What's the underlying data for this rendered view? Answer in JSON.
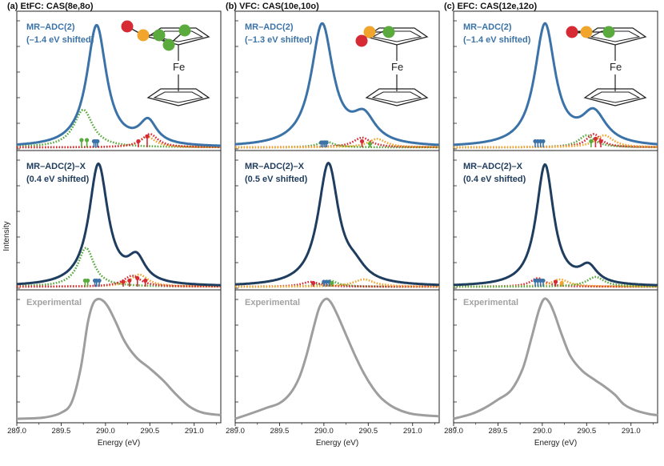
{
  "chart_data": {
    "type": "line",
    "ylabel": "Intensity",
    "xlabel": "Energy (eV)",
    "xlim": [
      289.0,
      291.3
    ],
    "xticks": [
      "289.0",
      "289.5",
      "290.0",
      "290.5",
      "291.0"
    ],
    "element_label": "Fe",
    "colors": {
      "mradc2": "#3b73a8",
      "mradc2x": "#1f3d5f",
      "experimental": "#9e9e9e",
      "green": "#5aaa3e",
      "orange": "#f2a52c",
      "red": "#d62a34"
    },
    "panels": [
      {
        "title": "(a) EtFC: CAS(8e,8o)",
        "molecule": "ethylferrocene",
        "mradc2_label": "MR–ADC(2)",
        "mradc2_shift": "(–1.4 eV shifted)",
        "mradc2x_label": "MR–ADC(2)–X",
        "mradc2x_shift": "(0.4 eV shifted)",
        "experimental_label": "Experimental",
        "mradc2": {
          "main": [
            [
              289.9,
              1.0,
              0.135
            ]
          ],
          "shoulder": [
            [
              290.48,
              0.19,
              0.12
            ]
          ],
          "components": [
            {
              "color": "green",
              "center": 289.75,
              "height": 0.31,
              "width": 0.13
            },
            {
              "color": "orange",
              "center": 290.47,
              "height": 0.09,
              "width": 0.11
            },
            {
              "color": "red",
              "center": 290.5,
              "height": 0.11,
              "width": 0.11
            }
          ],
          "sticks": [
            {
              "color": "green",
              "x": 289.73,
              "h": 0.06
            },
            {
              "color": "green",
              "x": 289.79,
              "h": 0.06
            },
            {
              "color": "blue",
              "x": 289.87,
              "h": 0.05
            },
            {
              "color": "blue",
              "x": 289.89,
              "h": 0.05
            },
            {
              "color": "blue",
              "x": 289.91,
              "h": 0.05
            },
            {
              "color": "red",
              "x": 290.37,
              "h": 0.05
            },
            {
              "color": "red",
              "x": 290.47,
              "h": 0.09
            }
          ]
        },
        "mradc2x": {
          "main": [
            [
              289.92,
              1.0,
              0.13
            ]
          ],
          "shoulder": [
            [
              290.35,
              0.2,
              0.12
            ]
          ],
          "components": [
            {
              "color": "green",
              "center": 289.78,
              "height": 0.32,
              "width": 0.11
            },
            {
              "color": "orange",
              "center": 290.38,
              "height": 0.1,
              "width": 0.12
            },
            {
              "color": "red",
              "center": 290.3,
              "height": 0.09,
              "width": 0.12
            }
          ],
          "sticks": [
            {
              "color": "green",
              "x": 289.77,
              "h": 0.05
            },
            {
              "color": "green",
              "x": 289.8,
              "h": 0.05
            },
            {
              "color": "blue",
              "x": 289.88,
              "h": 0.05
            },
            {
              "color": "blue",
              "x": 289.9,
              "h": 0.05
            },
            {
              "color": "blue",
              "x": 289.93,
              "h": 0.05
            },
            {
              "color": "red",
              "x": 290.2,
              "h": 0.04
            },
            {
              "color": "red",
              "x": 290.27,
              "h": 0.05
            },
            {
              "color": "red",
              "x": 290.36,
              "h": 0.07
            },
            {
              "color": "red",
              "x": 290.45,
              "h": 0.05
            }
          ]
        },
        "experimental": {
          "x": [
            289.0,
            289.3,
            289.5,
            289.62,
            289.72,
            289.8,
            289.86,
            289.92,
            289.98,
            290.04,
            290.12,
            290.22,
            290.35,
            290.5,
            290.65,
            290.8,
            290.95,
            291.1,
            291.3
          ],
          "y": [
            0.0,
            0.01,
            0.05,
            0.14,
            0.42,
            0.8,
            0.96,
            1.0,
            0.98,
            0.92,
            0.8,
            0.64,
            0.51,
            0.42,
            0.32,
            0.2,
            0.1,
            0.05,
            0.03
          ]
        }
      },
      {
        "title": "(b) VFC: CAS(10e,10o)",
        "molecule": "vinylferrocene",
        "mradc2_label": "MR–ADC(2)",
        "mradc2_shift": "(–1.3 eV shifted)",
        "mradc2x_label": "MR–ADC(2)–X",
        "mradc2x_shift": "(0.5 eV shifted)",
        "experimental_label": "Experimental",
        "mradc2": {
          "main": [
            [
              289.98,
              1.0,
              0.15
            ]
          ],
          "shoulder": [
            [
              290.45,
              0.22,
              0.16
            ]
          ],
          "components": [
            {
              "color": "green",
              "center": 290.02,
              "height": 0.05,
              "width": 0.1
            },
            {
              "color": "red",
              "center": 290.43,
              "height": 0.08,
              "width": 0.12
            },
            {
              "color": "orange",
              "center": 290.6,
              "height": 0.07,
              "width": 0.12
            }
          ],
          "sticks": [
            {
              "color": "blue",
              "x": 289.97,
              "h": 0.04
            },
            {
              "color": "blue",
              "x": 289.99,
              "h": 0.04
            },
            {
              "color": "blue",
              "x": 290.01,
              "h": 0.04
            },
            {
              "color": "blue",
              "x": 290.03,
              "h": 0.04
            },
            {
              "color": "red",
              "x": 290.43,
              "h": 0.05
            },
            {
              "color": "green",
              "x": 290.52,
              "h": 0.03
            }
          ]
        },
        "mradc2x": {
          "main": [
            [
              290.05,
              1.0,
              0.14
            ]
          ],
          "shoulder": [
            [
              290.35,
              0.1,
              0.15
            ]
          ],
          "components": [
            {
              "color": "green",
              "center": 290.07,
              "height": 0.05,
              "width": 0.1
            },
            {
              "color": "red",
              "center": 289.85,
              "height": 0.04,
              "width": 0.12
            },
            {
              "color": "orange",
              "center": 290.45,
              "height": 0.06,
              "width": 0.14
            }
          ],
          "sticks": [
            {
              "color": "red",
              "x": 289.88,
              "h": 0.03
            },
            {
              "color": "blue",
              "x": 290.0,
              "h": 0.04
            },
            {
              "color": "blue",
              "x": 290.03,
              "h": 0.04
            },
            {
              "color": "blue",
              "x": 290.06,
              "h": 0.04
            },
            {
              "color": "green",
              "x": 290.09,
              "h": 0.03
            }
          ]
        },
        "experimental": {
          "x": [
            289.0,
            289.2,
            289.35,
            289.5,
            289.62,
            289.72,
            289.8,
            289.88,
            289.95,
            290.02,
            290.08,
            290.15,
            290.25,
            290.35,
            290.45,
            290.55,
            290.65,
            290.8,
            291.0,
            291.3
          ],
          "y": [
            0.0,
            0.05,
            0.09,
            0.13,
            0.21,
            0.34,
            0.52,
            0.75,
            0.93,
            1.0,
            0.97,
            0.87,
            0.7,
            0.53,
            0.38,
            0.26,
            0.17,
            0.09,
            0.04,
            0.02
          ]
        }
      },
      {
        "title": "(c) EFC: CAS(12e,12o)",
        "molecule": "ethynylferrocene",
        "mradc2_label": "MR–ADC(2)",
        "mradc2_shift": "(–1.4 eV shifted)",
        "mradc2x_label": "MR–ADC(2)–X",
        "mradc2x_shift": "(0.4 eV shifted)",
        "experimental_label": "Experimental",
        "mradc2": {
          "main": [
            [
              290.03,
              1.0,
              0.14
            ]
          ],
          "shoulder": [
            [
              290.58,
              0.26,
              0.17
            ]
          ],
          "components": [
            {
              "color": "green",
              "center": 290.5,
              "height": 0.1,
              "width": 0.11
            },
            {
              "color": "red",
              "center": 290.58,
              "height": 0.11,
              "width": 0.1
            },
            {
              "color": "orange",
              "center": 290.7,
              "height": 0.1,
              "width": 0.12
            }
          ],
          "sticks": [
            {
              "color": "blue",
              "x": 289.92,
              "h": 0.05
            },
            {
              "color": "blue",
              "x": 289.95,
              "h": 0.05
            },
            {
              "color": "blue",
              "x": 289.98,
              "h": 0.05
            },
            {
              "color": "blue",
              "x": 290.01,
              "h": 0.05
            },
            {
              "color": "green",
              "x": 290.55,
              "h": 0.05
            },
            {
              "color": "red",
              "x": 290.6,
              "h": 0.07
            },
            {
              "color": "red",
              "x": 290.66,
              "h": 0.05
            }
          ]
        },
        "mradc2x": {
          "main": [
            [
              290.03,
              1.0,
              0.12
            ]
          ],
          "shoulder": [
            [
              290.52,
              0.14,
              0.12
            ]
          ],
          "components": [
            {
              "color": "red",
              "center": 289.95,
              "height": 0.07,
              "width": 0.1
            },
            {
              "color": "orange",
              "center": 290.2,
              "height": 0.06,
              "width": 0.12
            },
            {
              "color": "green",
              "center": 290.6,
              "height": 0.08,
              "width": 0.12
            }
          ],
          "sticks": [
            {
              "color": "blue",
              "x": 289.92,
              "h": 0.05
            },
            {
              "color": "blue",
              "x": 289.95,
              "h": 0.05
            },
            {
              "color": "blue",
              "x": 289.98,
              "h": 0.05
            },
            {
              "color": "blue",
              "x": 290.01,
              "h": 0.05
            },
            {
              "color": "red",
              "x": 290.15,
              "h": 0.04
            },
            {
              "color": "orange",
              "x": 290.22,
              "h": 0.03
            }
          ]
        },
        "experimental": {
          "x": [
            289.0,
            289.2,
            289.35,
            289.5,
            289.65,
            289.78,
            289.88,
            289.96,
            290.02,
            290.08,
            290.14,
            290.22,
            290.32,
            290.45,
            290.58,
            290.7,
            290.82,
            290.92,
            291.05,
            291.2,
            291.3
          ],
          "y": [
            0.0,
            0.04,
            0.09,
            0.16,
            0.24,
            0.42,
            0.68,
            0.9,
            1.0,
            0.97,
            0.87,
            0.7,
            0.52,
            0.4,
            0.33,
            0.27,
            0.2,
            0.12,
            0.07,
            0.04,
            0.03
          ]
        }
      }
    ]
  }
}
